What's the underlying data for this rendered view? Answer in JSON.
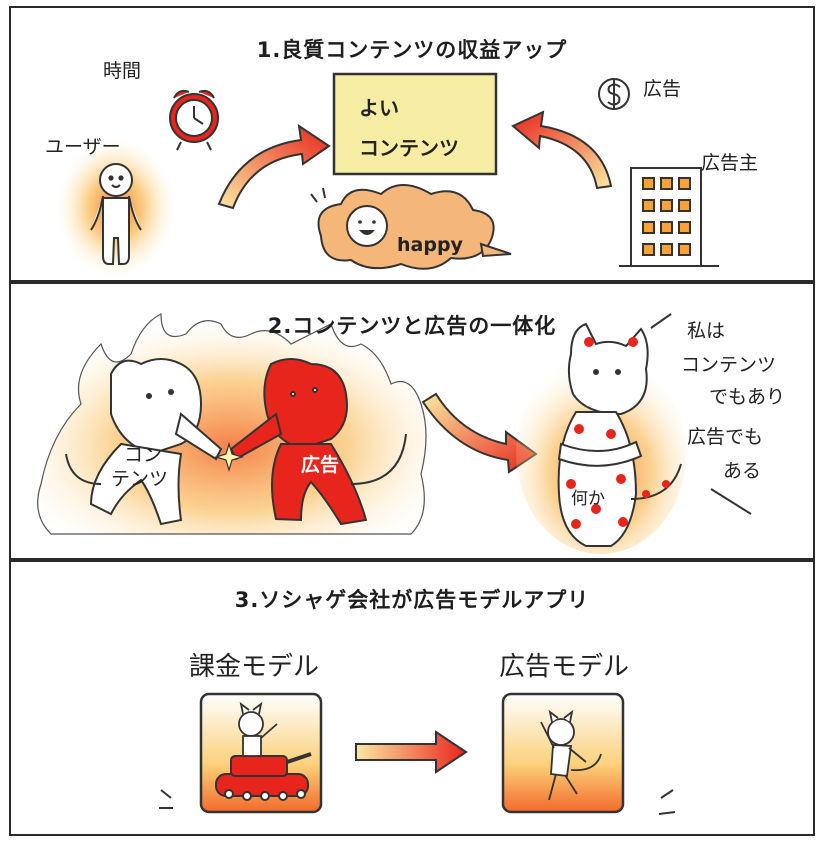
{
  "panel1": {
    "title": "1.良質コンテンツの収益アップ",
    "time_label": "時間",
    "user_label": "ユーザー",
    "content_line1": "よい",
    "content_line2": "コンテンツ",
    "happy_label": "happy",
    "ad_label": "広告",
    "advertiser_label": "広告主"
  },
  "panel2": {
    "title": "2.コンテンツと広告の一体化",
    "content_cat_line1": "コン",
    "content_cat_line2": "テンツ",
    "ad_cat_label": "広告",
    "speech_line1": "私は",
    "speech_line2": "コンテンツ",
    "speech_line3": "でもあり",
    "speech_line4": "広告でも",
    "speech_line5": "ある",
    "belly_label": "何か"
  },
  "panel3": {
    "title": "3.ソシャゲ会社が広告モデルアプリ",
    "left_model": "課金モデル",
    "right_model": "広告モデル"
  },
  "colors": {
    "accent_red": "#e8251c",
    "glow_orange": "#f7a23a",
    "box_yellow": "#f6eca4",
    "cloud_orange": "#f5b67a"
  }
}
